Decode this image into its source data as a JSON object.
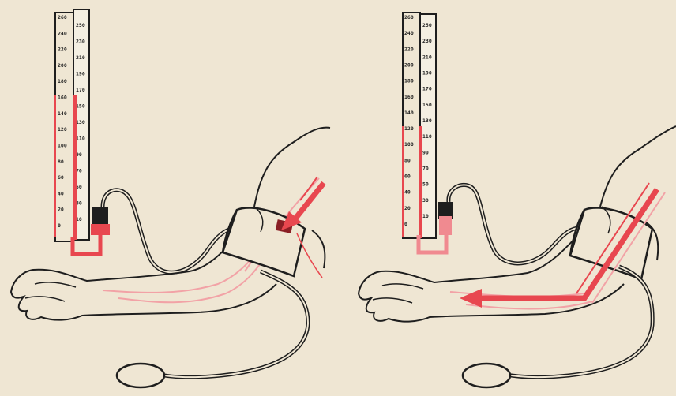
{
  "colors": {
    "paper": "#efe6d3",
    "ink": "#1e1e1e",
    "accent": "#e8474f",
    "accent_light": "#f2a2a6"
  },
  "left_manometer": {
    "mmhg_scale": [
      "260",
      "240",
      "220",
      "200",
      "180",
      "160",
      "140",
      "120",
      "100",
      "80",
      "60",
      "40",
      "20",
      "0"
    ],
    "kpa_scale": [
      "250",
      "230",
      "210",
      "190",
      "170",
      "150",
      "130",
      "110",
      "90",
      "70",
      "50",
      "30",
      "10"
    ]
  },
  "right_manometer": {
    "mmhg_scale": [
      "260",
      "240",
      "220",
      "200",
      "180",
      "160",
      "140",
      "120",
      "100",
      "80",
      "60",
      "40",
      "20",
      "0"
    ],
    "kpa_scale": [
      "250",
      "230",
      "210",
      "190",
      "170",
      "150",
      "130",
      "110",
      "90",
      "70",
      "50",
      "30",
      "10"
    ]
  },
  "levels": {
    "left_mercury_mmhg": 165,
    "right_mercury_mmhg": 125,
    "scale_max_mmhg": 260
  }
}
